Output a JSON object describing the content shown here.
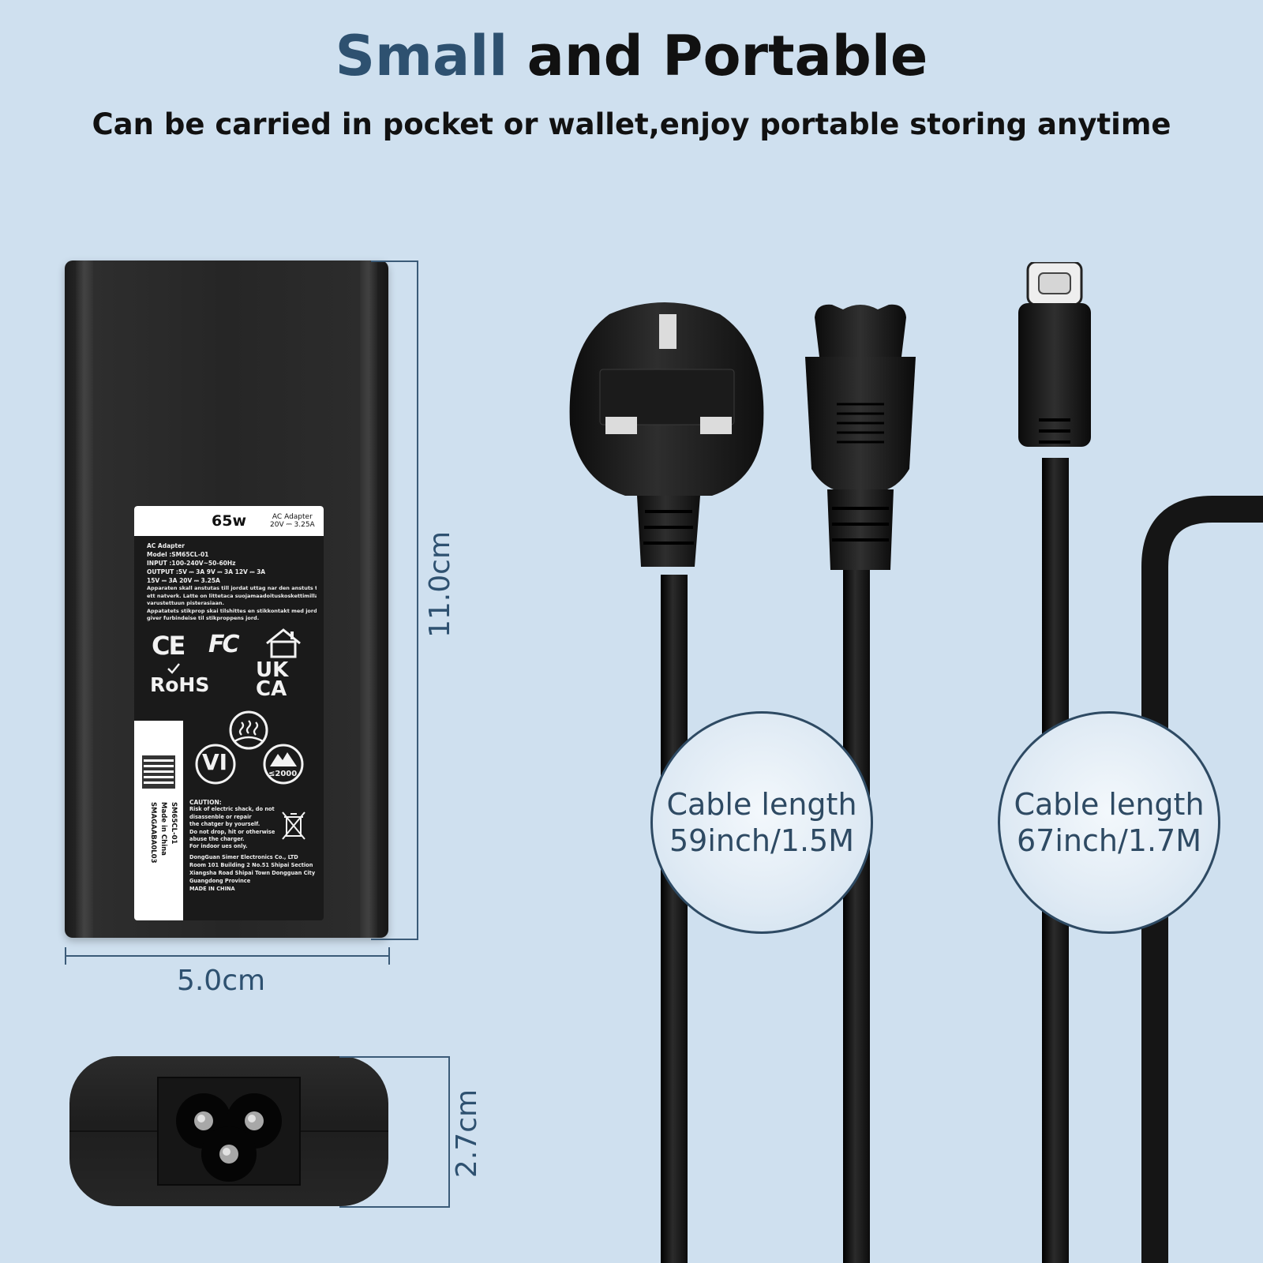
{
  "headline": {
    "accent": "Small",
    "rest": " and Portable"
  },
  "subline": "Can be carried in pocket or wallet,enjoy portable storing anytime",
  "label": {
    "watt": "65w",
    "ac_adapter_title": "AC Adapter",
    "ac_adapter_rating": "20V ⎓ 3.25A",
    "spec_lines": [
      "AC Adapter",
      "Model :SM65CL-01",
      "INPUT :100-240V~50-60Hz",
      "OUTPUT :5V ⎓ 3A  9V ⎓ 3A  12V ⎓ 3A",
      "15V ⎓ 3A  20V ⎓ 3.25A"
    ],
    "warning_lines": [
      "Apparaten skall anstutas till jordat  uttag nar den anstuts till",
      "ett natverk.   Latte on littetaca suojamaadoituskoskettimilla",
      "varustettuun pisterasiaan.",
      "Appatatets stikprop skai tilshittes en stikkontakt med jord som",
      "giver furbindeise til stikproppens jord."
    ],
    "marks": {
      "ce": "CE",
      "fc": "FC",
      "rohs": "RoHS",
      "ukca_1": "UK",
      "ukca_2": "CA",
      "vi": "VI",
      "altitude": "≤2000"
    },
    "vertical_lines": [
      "SM65CL-01",
      "Made in China",
      "SMAGAABA0L03"
    ],
    "caution_title": "CAUTION:",
    "caution_lines": [
      "Risk of electric shack, do not",
      "disassenble or repair",
      "the chatger by yourself.",
      "Do not drop, hit or otherwise",
      "abuse the charger.",
      "For indoor ues only."
    ],
    "maker_lines": [
      "DongGuan Simer Electronics Co., LTD",
      "Room 101 Building 2 No.51 Shipai Section",
      "Xiangsha Road Shipai Town Dongguan City",
      "Guangdong Province",
      "MADE IN CHINA"
    ]
  },
  "dimensions": {
    "height": "11.0cm",
    "width": "5.0cm",
    "depth": "2.7cm"
  },
  "cables": [
    {
      "line1": "Cable length",
      "line2": "59inch/1.5M"
    },
    {
      "line1": "Cable length",
      "line2": "67inch/1.7M"
    }
  ],
  "colors": {
    "background": "#cfe0ef",
    "accent": "#2e5170",
    "circle_border": "#2e4a63"
  }
}
